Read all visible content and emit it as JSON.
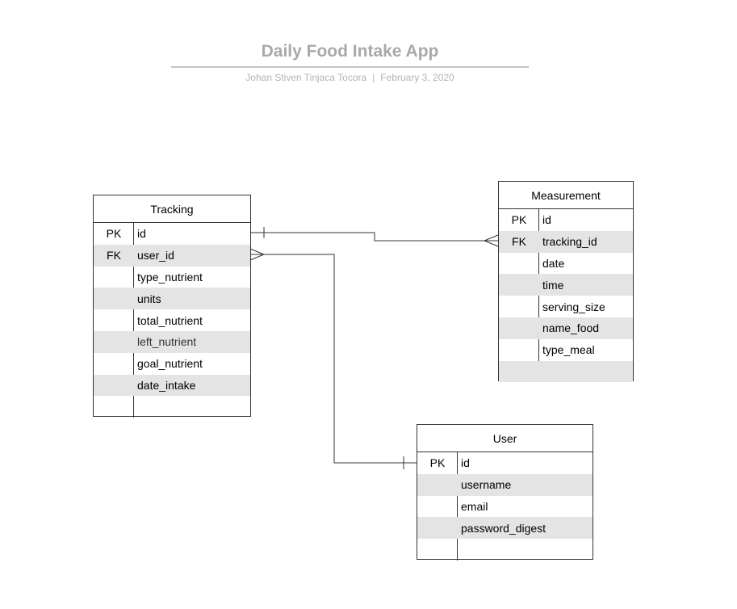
{
  "header": {
    "title": "Daily Food Intake App",
    "author": "Johan Stiven Tinjaca Tocora",
    "separator": "|",
    "date": "February 3, 2020"
  },
  "entities": {
    "tracking": {
      "name": "Tracking",
      "rows": [
        {
          "key": "PK",
          "field": "id"
        },
        {
          "key": "FK",
          "field": "user_id"
        },
        {
          "key": "",
          "field": "type_nutrient"
        },
        {
          "key": "",
          "field": "units"
        },
        {
          "key": "",
          "field": "total_nutrient"
        },
        {
          "key": "",
          "field": "left_nutrient"
        },
        {
          "key": "",
          "field": "goal_nutrient"
        },
        {
          "key": "",
          "field": "date_intake"
        },
        {
          "key": "",
          "field": ""
        }
      ]
    },
    "measurement": {
      "name": "Measurement",
      "rows": [
        {
          "key": "PK",
          "field": "id"
        },
        {
          "key": "FK",
          "field": "tracking_id"
        },
        {
          "key": "",
          "field": "date"
        },
        {
          "key": "",
          "field": "time"
        },
        {
          "key": "",
          "field": "serving_size"
        },
        {
          "key": "",
          "field": "name_food"
        },
        {
          "key": "",
          "field": "type_meal"
        },
        {
          "key": "",
          "field": ""
        }
      ]
    },
    "user": {
      "name": "User",
      "rows": [
        {
          "key": "PK",
          "field": "id"
        },
        {
          "key": "",
          "field": "username"
        },
        {
          "key": "",
          "field": "email"
        },
        {
          "key": "",
          "field": "password_digest"
        },
        {
          "key": "",
          "field": ""
        }
      ]
    }
  },
  "relationships": [
    {
      "from": "Tracking.id",
      "to": "Measurement.tracking_id",
      "from_cardinality": "one",
      "to_cardinality": "many"
    },
    {
      "from": "User.id",
      "to": "Tracking.user_id",
      "from_cardinality": "one",
      "to_cardinality": "many"
    }
  ],
  "colors": {
    "line": "#333333",
    "row_shade": "#e4e4e4",
    "title": "#a9a9a9",
    "subtitle": "#b3b3b3"
  }
}
